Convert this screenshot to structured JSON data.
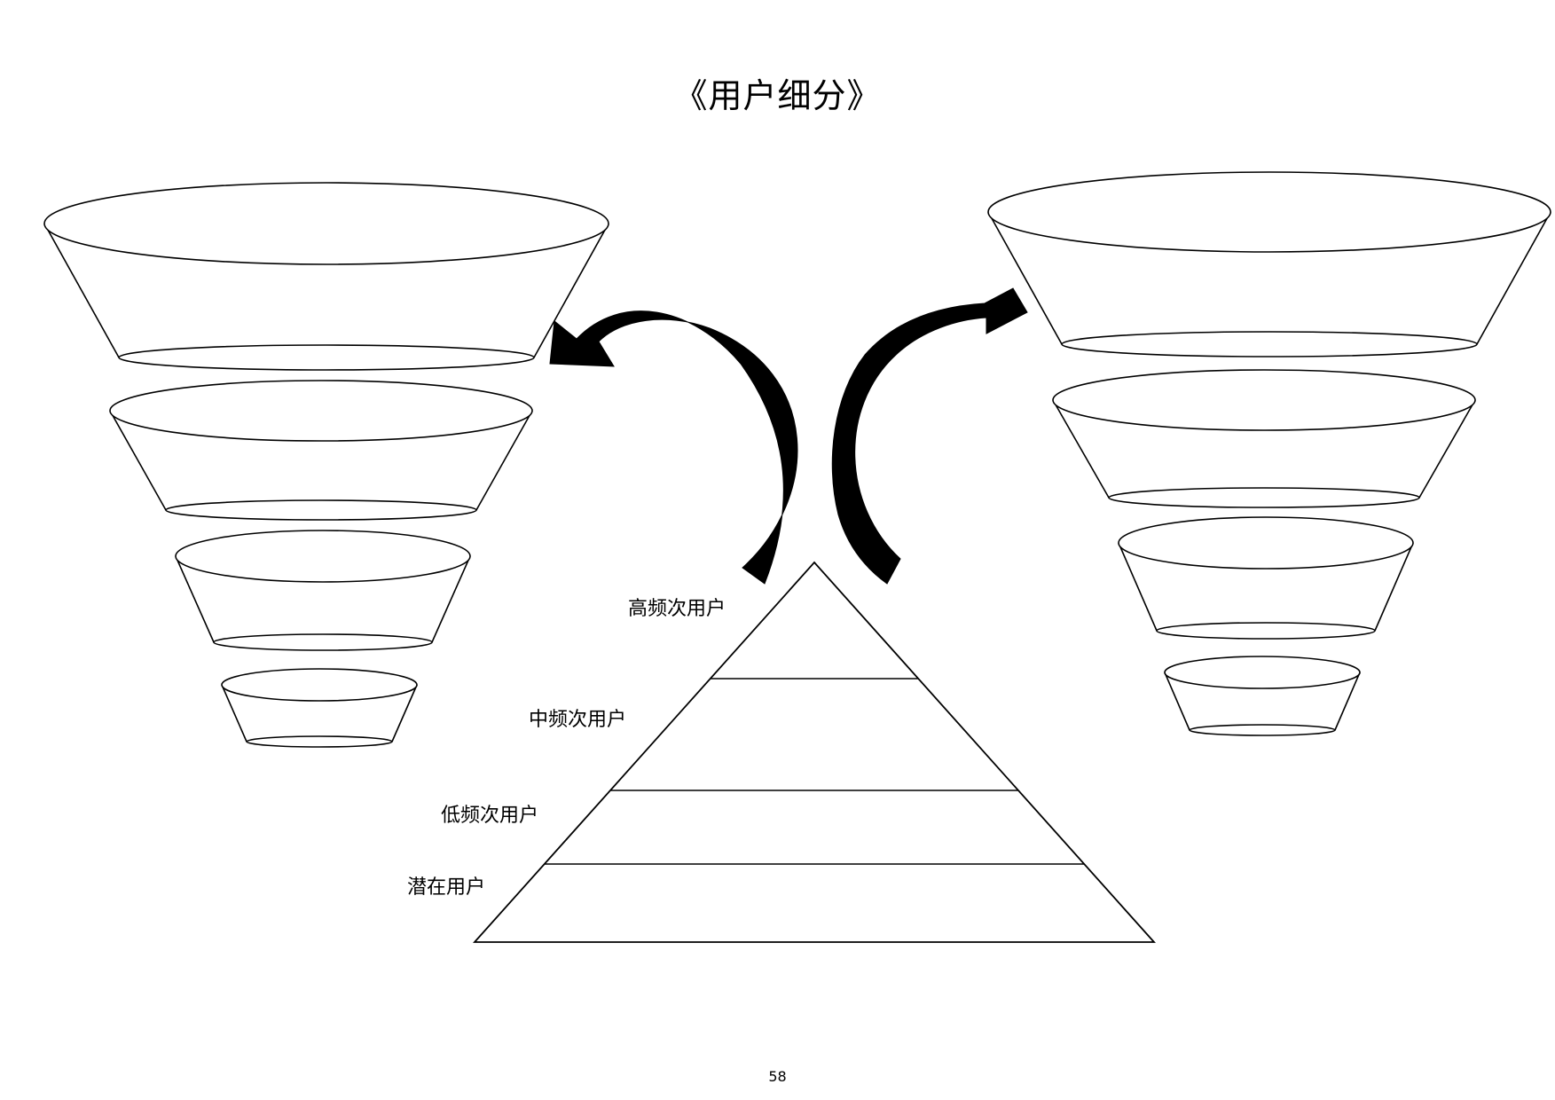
{
  "document": {
    "title": "《用户细分》",
    "page_number": "58"
  },
  "pyramid": {
    "tiers": [
      {
        "label": "高频次用户"
      },
      {
        "label": "中频次用户"
      },
      {
        "label": "低频次用户"
      },
      {
        "label": "潜在用户"
      }
    ]
  },
  "funnels": {
    "left_stage_count": 4,
    "right_stage_count": 4
  },
  "arrows": [
    {
      "from": "pyramid",
      "to": "left-funnel"
    },
    {
      "from": "pyramid",
      "to": "right-funnel"
    }
  ],
  "colors": {
    "stroke": "#000000",
    "background": "#ffffff",
    "arrow_fill": "#000000"
  }
}
